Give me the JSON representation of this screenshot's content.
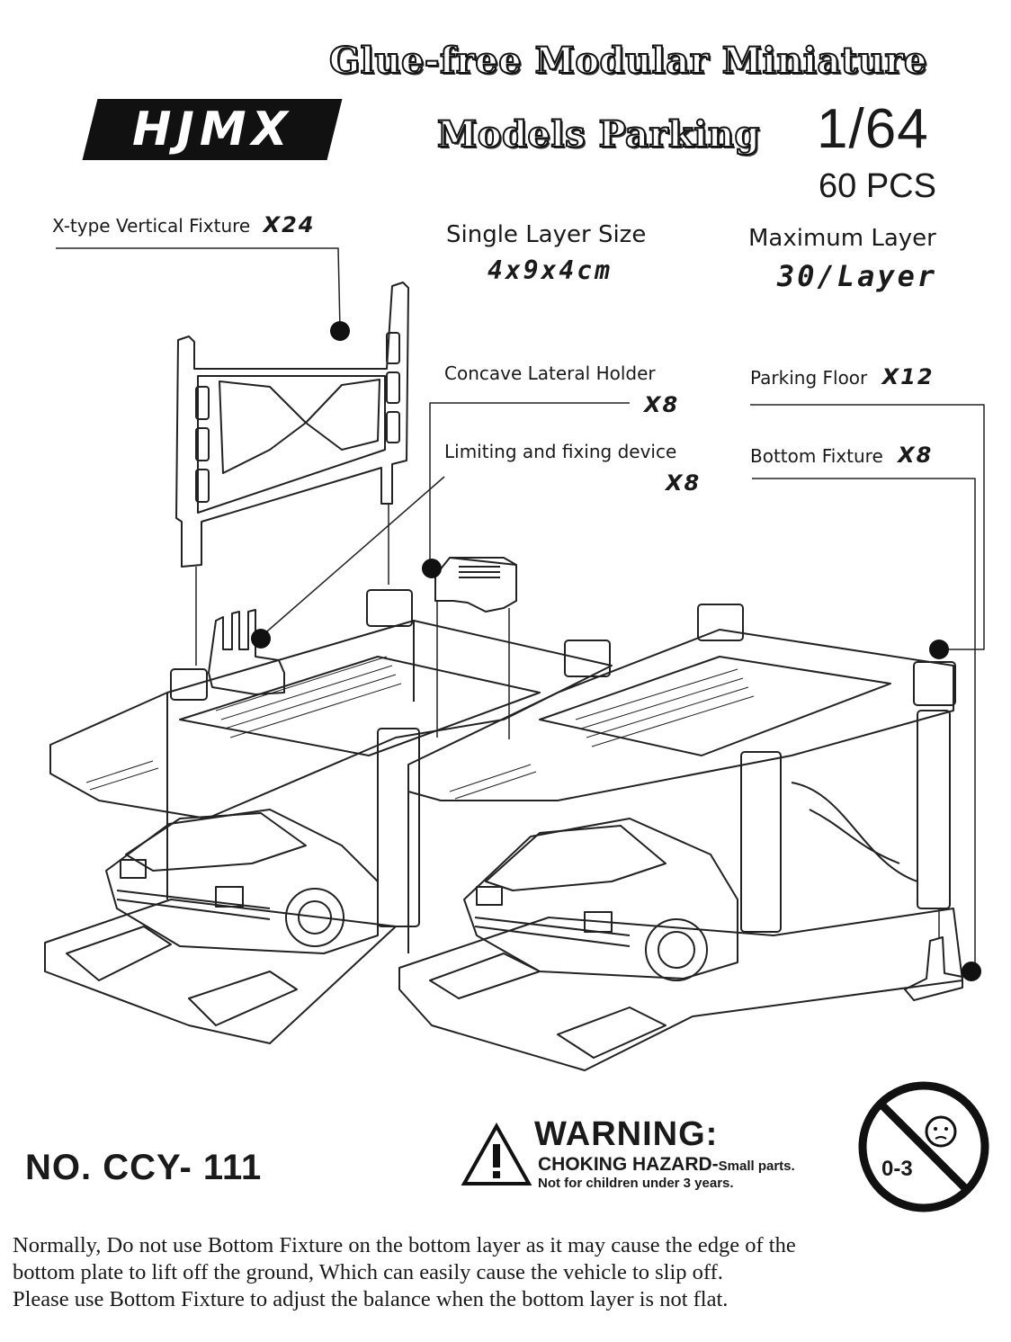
{
  "header": {
    "title_line1": "Glue-free Modular Miniature",
    "title_line2": "Models Parking",
    "brand_logo": "HJMX",
    "scale": "1/64",
    "piece_count": "60 PCS"
  },
  "specs": {
    "single_layer_label": "Single Layer Size",
    "single_layer_value": "4x9x4cm",
    "max_layer_label": "Maximum Layer",
    "max_layer_value": "30/Layer"
  },
  "parts": [
    {
      "name": "X-type Vertical Fixture",
      "qty": "X24"
    },
    {
      "name": "Concave Lateral Holder",
      "qty": "X8"
    },
    {
      "name": "Limiting and fixing device",
      "qty": "X8"
    },
    {
      "name": "Parking Floor",
      "qty": "X12"
    },
    {
      "name": "Bottom Fixture",
      "qty": "X8"
    }
  ],
  "footer": {
    "model_number": "NO. CCY- 111",
    "warning_title": "WARNING:",
    "warning_hazard": "CHOKING HAZARD-",
    "warning_small": "Small parts.",
    "warning_note": "Not for children under 3 years.",
    "age_badge": "0-3",
    "warning_icon": "exclamation-triangle-icon",
    "age_icon": "no-baby-icon"
  },
  "notes": [
    "Normally, Do not use Bottom Fixture on the bottom layer as it may cause the edge of the",
    "bottom plate to lift off the ground, Which can easily cause the vehicle to slip off.",
    "Please use Bottom Fixture to adjust the balance when the bottom layer is not flat."
  ]
}
